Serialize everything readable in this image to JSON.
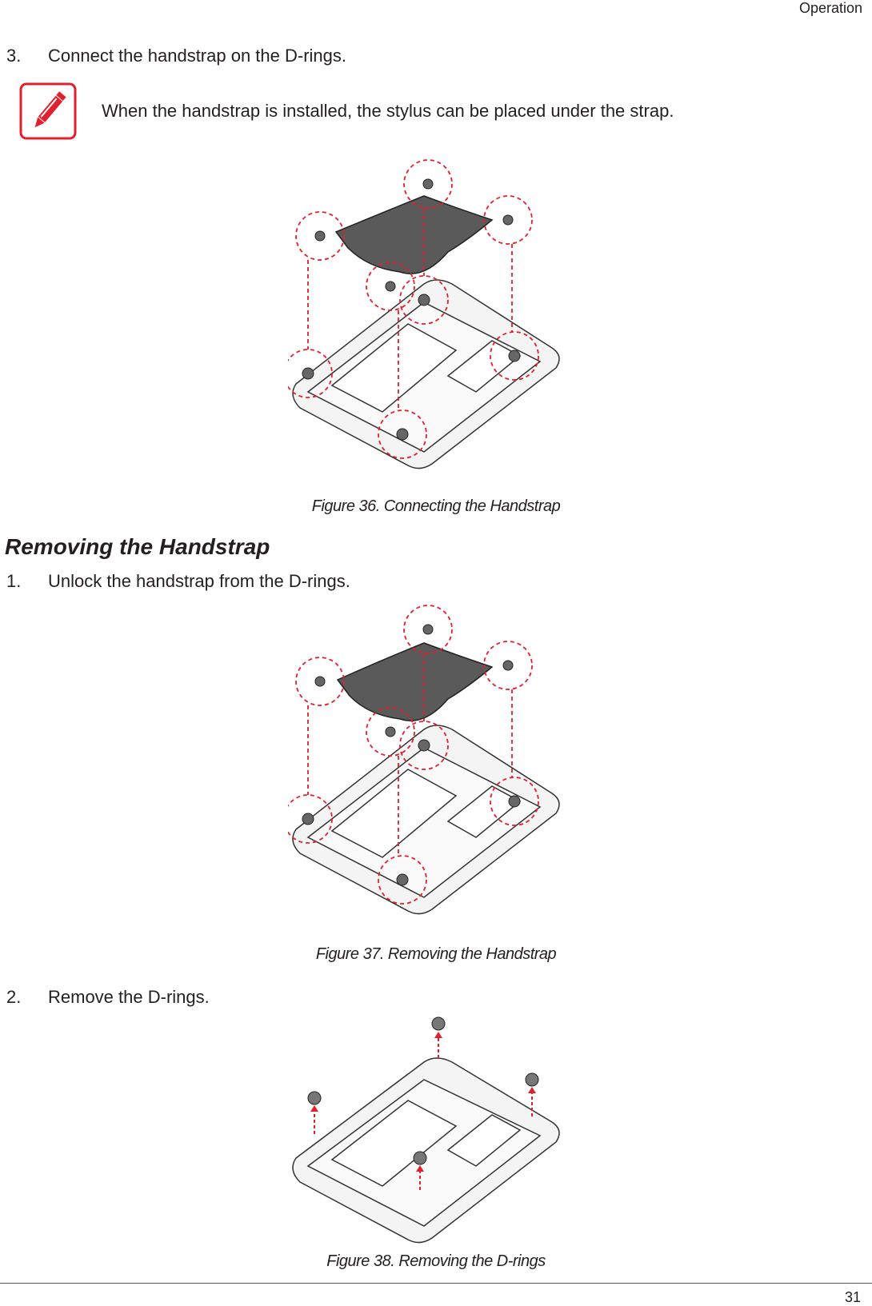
{
  "header": {
    "section": "Operation"
  },
  "steps": {
    "connect": {
      "number": "3.",
      "text": "Connect the handstrap on the D-rings."
    },
    "unlock": {
      "number": "1.",
      "text": "Unlock the handstrap from the D-rings."
    },
    "remove": {
      "number": "2.",
      "text": "Remove the D-rings."
    }
  },
  "note": {
    "icon": "pencil-note-icon",
    "text": "When the handstrap is installed, the stylus can be placed under the strap."
  },
  "section": {
    "title": "Removing the Handstrap"
  },
  "figures": [
    {
      "caption": "Figure 36.  Connecting the Handstrap"
    },
    {
      "caption": "Figure 37.  Removing the Handstrap"
    },
    {
      "caption": "Figure 38.  Removing the D-rings"
    }
  ],
  "footer": {
    "page_number": "31"
  },
  "colors": {
    "accent": "#e2202c",
    "strap": "#5a5a5a",
    "text": "#231f20"
  }
}
